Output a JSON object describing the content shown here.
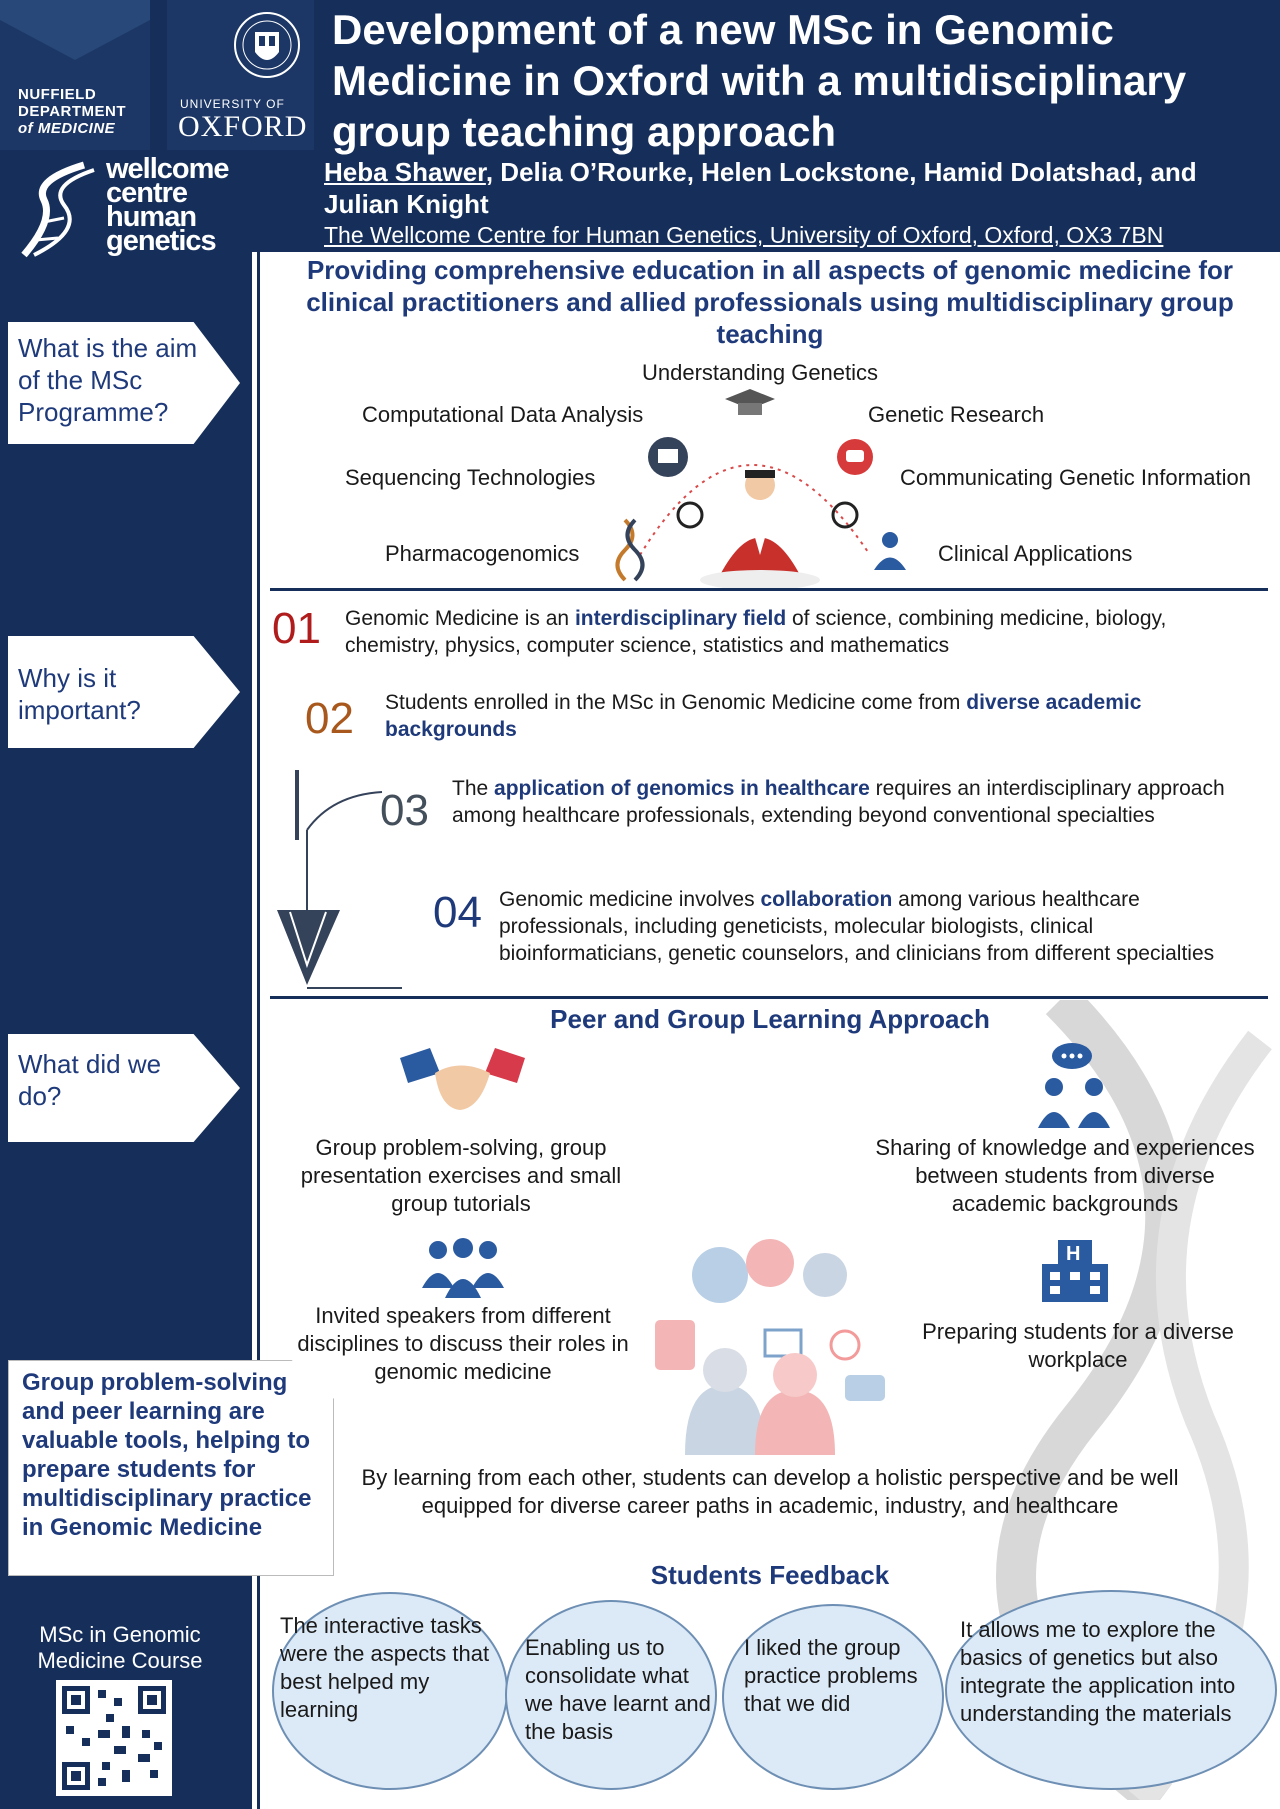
{
  "header": {
    "title": "Development of a new MSc in Genomic Medicine in Oxford with a multidisciplinary group teaching approach",
    "author_first": "Heba Shawer",
    "authors_rest": ", Delia O’Rourke, Helen Lockstone, Hamid Dolatshad, and Julian Knight",
    "affiliation": "The Wellcome Centre for Human Genetics, University of Oxford, Oxford, OX3 7BN"
  },
  "logos": {
    "nuffield": [
      "NUFFIELD",
      "DEPARTMENT",
      "of MEDICINE"
    ],
    "oxford_small": "UNIVERSITY OF",
    "oxford_big": "OXFORD",
    "wellcome": [
      "wellcome",
      "centre",
      "human",
      "genetics"
    ]
  },
  "sidebar": {
    "q1": "What is the aim of the MSc Programme?",
    "q2": "Why is it important?",
    "q3": "What did we do?",
    "note": "Group problem-solving and peer learning are valuable tools, helping to prepare students for multidisciplinary practice in Genomic Medicine",
    "qr_label": "MSc in Genomic Medicine Course"
  },
  "aim": {
    "heading": "Providing comprehensive education in all aspects of genomic medicine for clinical practitioners and allied professionals using multidisciplinary group teaching",
    "topics": {
      "understanding": "Understanding Genetics",
      "computational": "Computational Data Analysis",
      "research": "Genetic Research",
      "sequencing": "Sequencing Technologies",
      "communicating": "Communicating Genetic Information",
      "pharmaco": "Pharmacogenomics",
      "clinical": "Clinical Applications"
    }
  },
  "reasons": [
    {
      "num": "01",
      "pre": "Genomic Medicine is an ",
      "hl": "interdisciplinary field",
      "post": " of science, combining medicine, biology, chemistry, physics, computer science, statistics and mathematics",
      "color": "#b01c1c"
    },
    {
      "num": "02",
      "pre": "Students enrolled in the MSc in Genomic Medicine come from ",
      "hl": "diverse academic backgrounds",
      "post": "",
      "color": "#a8581c"
    },
    {
      "num": "03",
      "pre": "The ",
      "hl": "application of genomics in healthcare",
      "post": " requires an interdisciplinary approach among healthcare professionals, extending beyond conventional specialties",
      "color": "#444f5c"
    },
    {
      "num": "04",
      "pre": "Genomic medicine involves ",
      "hl": "collaboration",
      "post": " among various healthcare professionals, including geneticists, molecular biologists, clinical bioinformaticians, genetic counselors, and clinicians from different specialties",
      "color": "#1f3a7a"
    }
  ],
  "peer": {
    "heading": "Peer and Group Learning Approach",
    "items": [
      "Group problem-solving, group presentation exercises and small group tutorials",
      "Sharing of knowledge and experiences between students from diverse academic backgrounds",
      "Invited speakers from different disciplines to discuss their roles in genomic medicine",
      "Preparing students for a diverse workplace"
    ],
    "closing": "By learning from each other, students can develop a holistic perspective and be well equipped for diverse career paths in academic, industry, and healthcare"
  },
  "feedback": {
    "heading": "Students Feedback",
    "quotes": [
      "The interactive tasks were the aspects that best helped my learning",
      "Enabling us to consolidate what we have learnt and the basis",
      "I liked the group practice problems that we did",
      "It allows me to explore the basics of genetics but also integrate the application into understanding the materials"
    ]
  },
  "colors": {
    "navy": "#162f5a",
    "heading_blue": "#1f3a7a",
    "bubble_fill": "#dce9f6"
  }
}
